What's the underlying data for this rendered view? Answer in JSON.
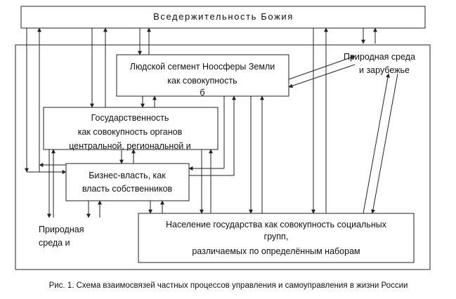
{
  "diagram": {
    "title": "Вседержительность  Божия",
    "nodes": {
      "noosphere": {
        "lines": [
          "Людской сегмент Ноосферы Земли",
          "как совокупность",
          "б"
        ]
      },
      "state": {
        "lines": [
          "Государственность",
          "как совокупность органов",
          "центральной, региональной и"
        ]
      },
      "business": {
        "lines": [
          "Бизнес-власть, как",
          "власть собственников"
        ]
      },
      "population": {
        "lines": [
          "Население государства как совокупность социальных",
          "групп,",
          "различаемых по определённым наборам"
        ]
      }
    },
    "free_labels": {
      "nature_abroad": [
        "Природная среда",
        "и зарубежье"
      ],
      "nature_left": [
        "Природная",
        "среда и"
      ]
    },
    "caption": "Рис. 1. Схема взаимосвязей частных процессов управления и самоуправления в жизни России"
  }
}
